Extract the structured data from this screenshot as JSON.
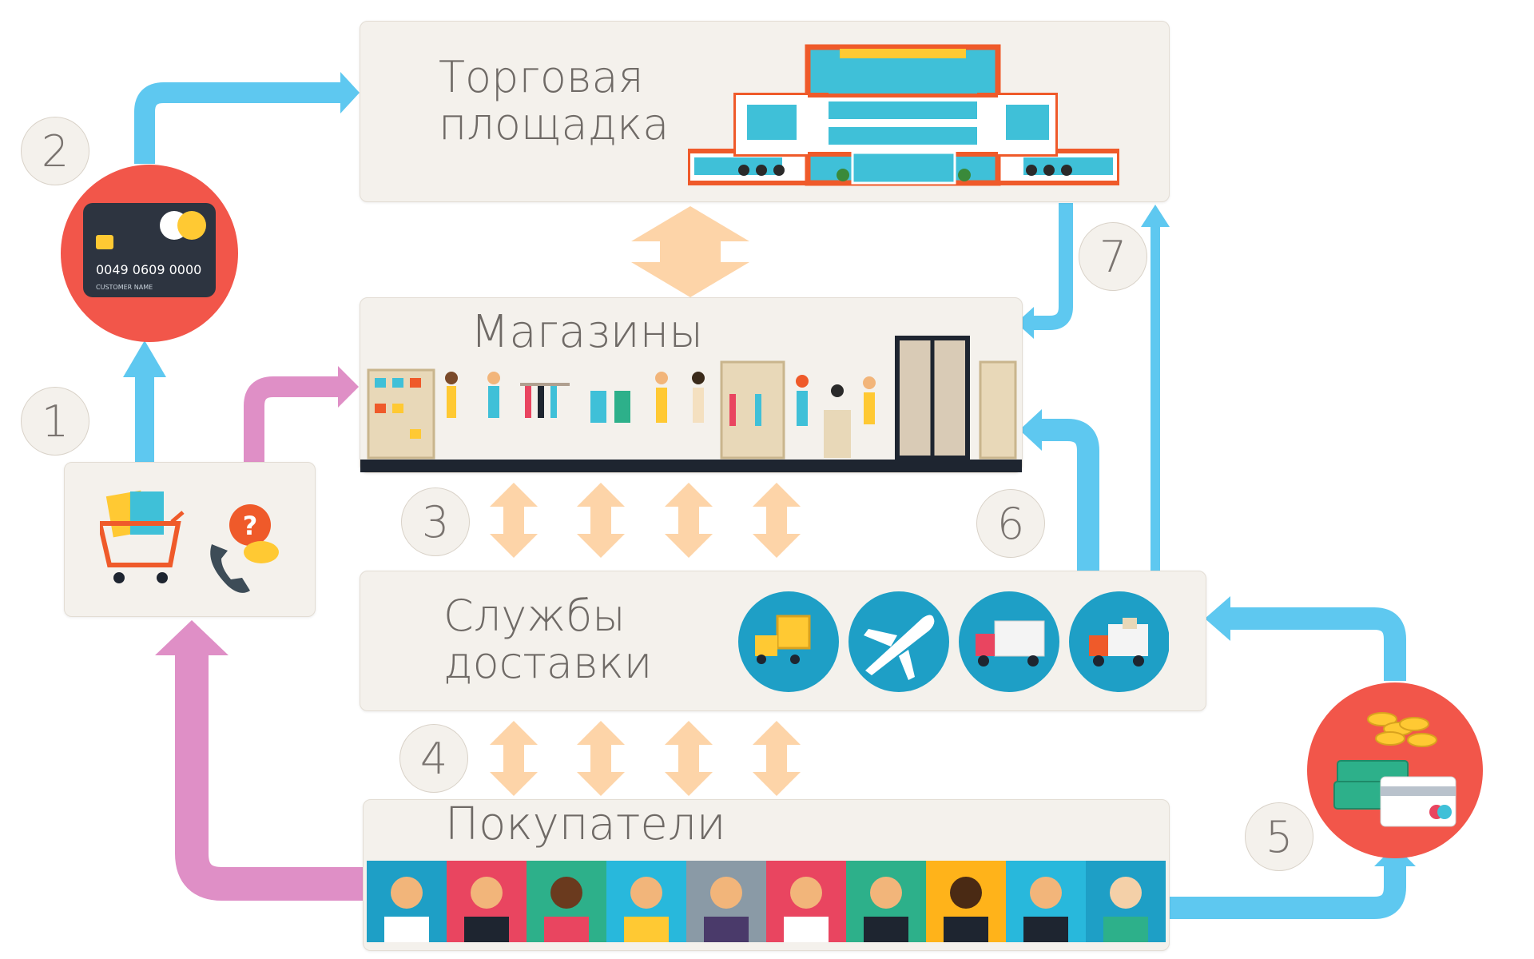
{
  "diagram": {
    "marketplace": {
      "title_line1": "Торговая",
      "title_line2": "площадка"
    },
    "shops": {
      "title": "Магазины"
    },
    "delivery": {
      "title_line1": "Службы",
      "title_line2": "доставки"
    },
    "buyers": {
      "title": "Покупатели"
    },
    "card": {
      "number": "0049 0609 0000",
      "holder": "CUSTOMER NAME"
    },
    "steps": [
      "1",
      "2",
      "3",
      "4",
      "5",
      "6",
      "7"
    ]
  },
  "colors": {
    "flow_blue": "#5ec8f0",
    "flow_pink": "#df8fc6",
    "flow_peach": "#fdd4a8",
    "panel": "#f4f1ec",
    "accent_red": "#f2564a",
    "building_orange": "#ef5a2a",
    "building_teal": "#3fc0d8"
  },
  "icons": {
    "marketplace": "shopping-mall-building-icon",
    "payment": "credit-card-icon",
    "order": "shopping-cart-icon",
    "support": "phone-question-icon",
    "delivery": [
      "forklift-box-icon",
      "airplane-icon",
      "freight-truck-icon",
      "delivery-van-icon"
    ],
    "settlement": "money-stack-card-icon"
  }
}
